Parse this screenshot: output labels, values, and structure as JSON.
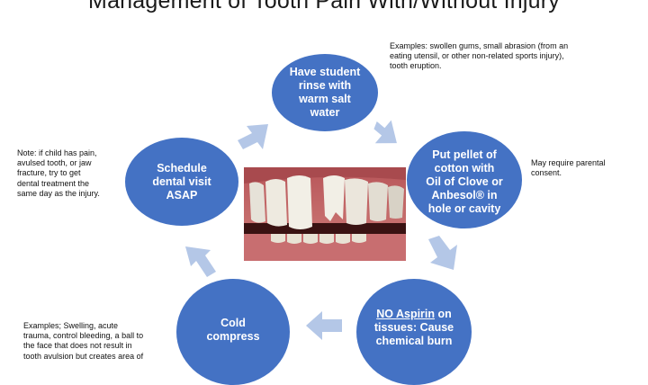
{
  "title": "Management of Tooth Pain With/Without Injury",
  "steps": {
    "rinse": [
      "Have student",
      "rinse with",
      "warm salt",
      "water"
    ],
    "cotton": [
      "Put pellet of",
      "cotton with",
      "Oil of Clove or",
      "Anbesol® in",
      "hole or cavity"
    ],
    "aspirin": {
      "underlined": "NO Aspirin",
      "rest1": " on",
      "line2": "tissues: Cause",
      "line3": "chemical burn"
    },
    "compress": [
      "Cold",
      "compress"
    ],
    "dental": [
      "Schedule",
      "dental visit",
      "ASAP"
    ]
  },
  "notes": {
    "examples_top": [
      "Examples: swollen gums, small abrasion (from an",
      "eating utensil, or other non-related sports injury),",
      "tooth eruption."
    ],
    "parental": [
      "May require parental",
      "consent."
    ],
    "child_pain": [
      "Note: if child has pain,",
      "avulsed tooth, or jaw",
      "fracture, try to get",
      "dental treatment the",
      "same day as the injury."
    ],
    "examples_bottom": [
      "Examples; Swelling, acute",
      "trauma, control bleeding, a ball to",
      "the face that does not result in",
      "tooth avulsion but creates area of"
    ]
  },
  "colors": {
    "circle": "#4472c4",
    "arrow": "#b4c7e7"
  }
}
